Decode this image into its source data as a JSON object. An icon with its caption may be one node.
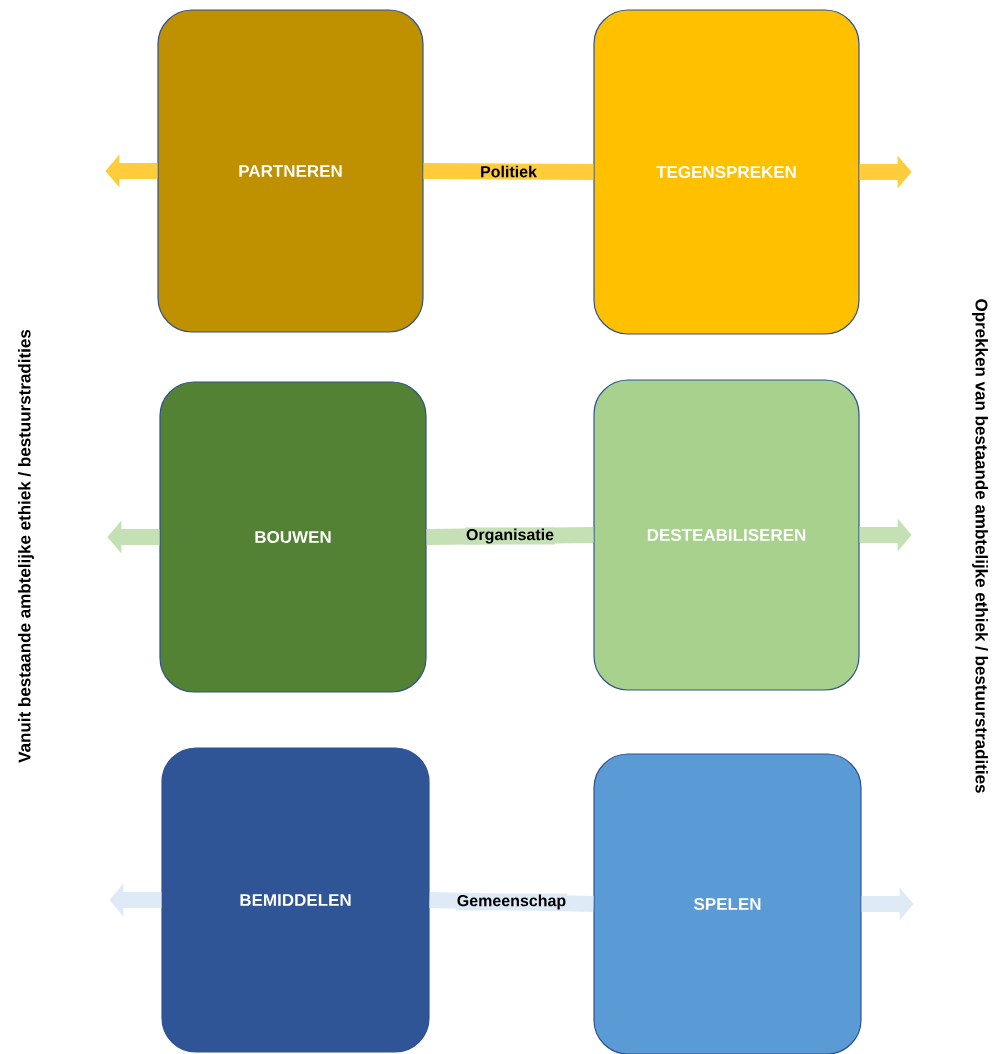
{
  "diagram": {
    "nodes": [
      {
        "text": [
          "PARTNEREN"
        ]
      },
      {
        "text": [
          "TEGENSPREKEN"
        ]
      },
      {
        "text": [
          "BOUWEN"
        ]
      },
      {
        "text": [
          "DESTEABILISEREN"
        ]
      },
      {
        "text": [
          "BEMIDDELEN"
        ]
      },
      {
        "text": [
          "SPELEN"
        ]
      }
    ],
    "edges": [
      {
        "from": 0,
        "to": 1,
        "arrow": "none",
        "label": "Politiek",
        "color": "#ffcc3c"
      },
      {
        "from": 0,
        "to": null,
        "arrow": "to",
        "color": "#ffcc3c"
      },
      {
        "from": 1,
        "to": null,
        "arrow": "to",
        "color": "#ffcc3c"
      },
      {
        "from": 2,
        "to": 3,
        "arrow": "none",
        "label": "Organisatie",
        "color": "#c5e0b4"
      },
      {
        "from": 2,
        "to": null,
        "arrow": "to",
        "color": "#c5e0b4"
      },
      {
        "from": 3,
        "to": null,
        "arrow": "to",
        "color": "#c5e0b4"
      },
      {
        "from": 4,
        "to": 5,
        "arrow": "none",
        "label": "Gemeenschap",
        "color": "#deebf7"
      },
      {
        "from": 4,
        "to": null,
        "arrow": "to",
        "color": "#deebf7"
      },
      {
        "from": 5,
        "to": null,
        "arrow": "to",
        "color": "#deebf7"
      }
    ],
    "labels": [
      "Vanuit bestaande ambtelijke ethiek / bestuurstradities",
      "Oprekken van bestaande ambtelijke ethiek / bestuurstradities"
    ]
  }
}
